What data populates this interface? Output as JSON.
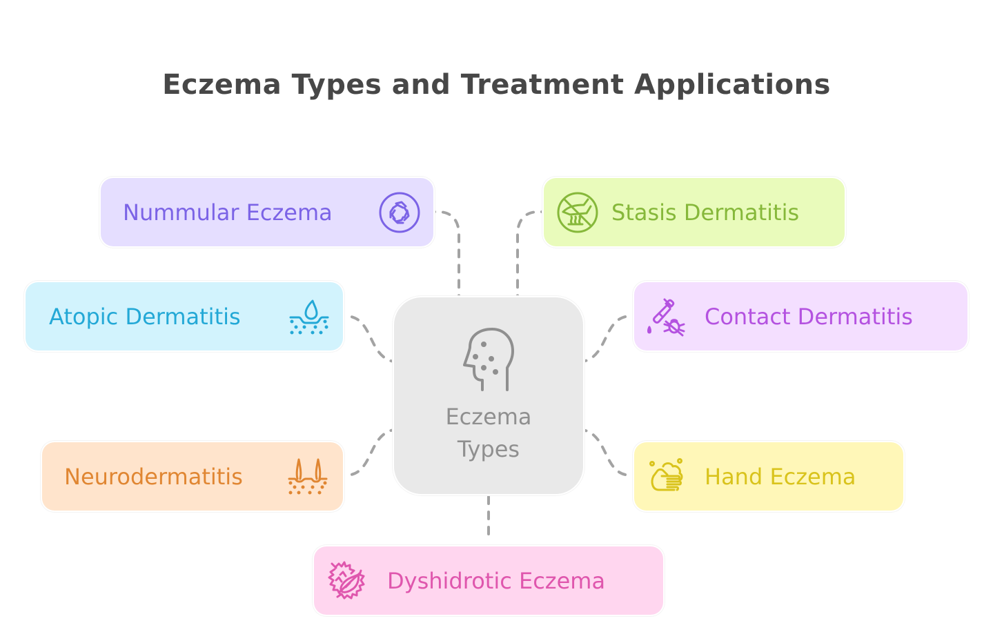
{
  "title": "Eczema Types and Treatment Applications",
  "center": {
    "label_line1": "Eczema",
    "label_line2": "Types",
    "icon": "head-with-spots-icon",
    "color": "#8f8f8f",
    "background": "#e9e9e9"
  },
  "nodes": [
    {
      "id": "nummular",
      "label": "Nummular Eczema",
      "icon": "swirl-circle-icon",
      "text_color": "#7b63e6",
      "background": "#e5deff"
    },
    {
      "id": "stasis",
      "label": "Stasis Dermatitis",
      "icon": "no-foot-heat-icon",
      "text_color": "#86b83a",
      "background": "#e9fbbb"
    },
    {
      "id": "atopic",
      "label": "Atopic Dermatitis",
      "icon": "skin-moisture-drop-icon",
      "text_color": "#23a8d6",
      "background": "#d2f3fd"
    },
    {
      "id": "contact",
      "label": "Contact Dermatitis",
      "icon": "dropper-bug-icon",
      "text_color": "#b452e0",
      "background": "#f4dfff"
    },
    {
      "id": "neuro",
      "label": "Neurodermatitis",
      "icon": "skin-hair-icon",
      "text_color": "#e08632",
      "background": "#ffe4cc"
    },
    {
      "id": "hand",
      "label": "Hand Eczema",
      "icon": "hand-washing-icon",
      "text_color": "#d9c31c",
      "background": "#fff7b8"
    },
    {
      "id": "dyshidrotic",
      "label": "Dyshidrotic Eczema",
      "icon": "spiky-fruit-icon",
      "text_color": "#df56ad",
      "background": "#ffd6ef"
    }
  ],
  "connector_color": "#a3a3a3"
}
